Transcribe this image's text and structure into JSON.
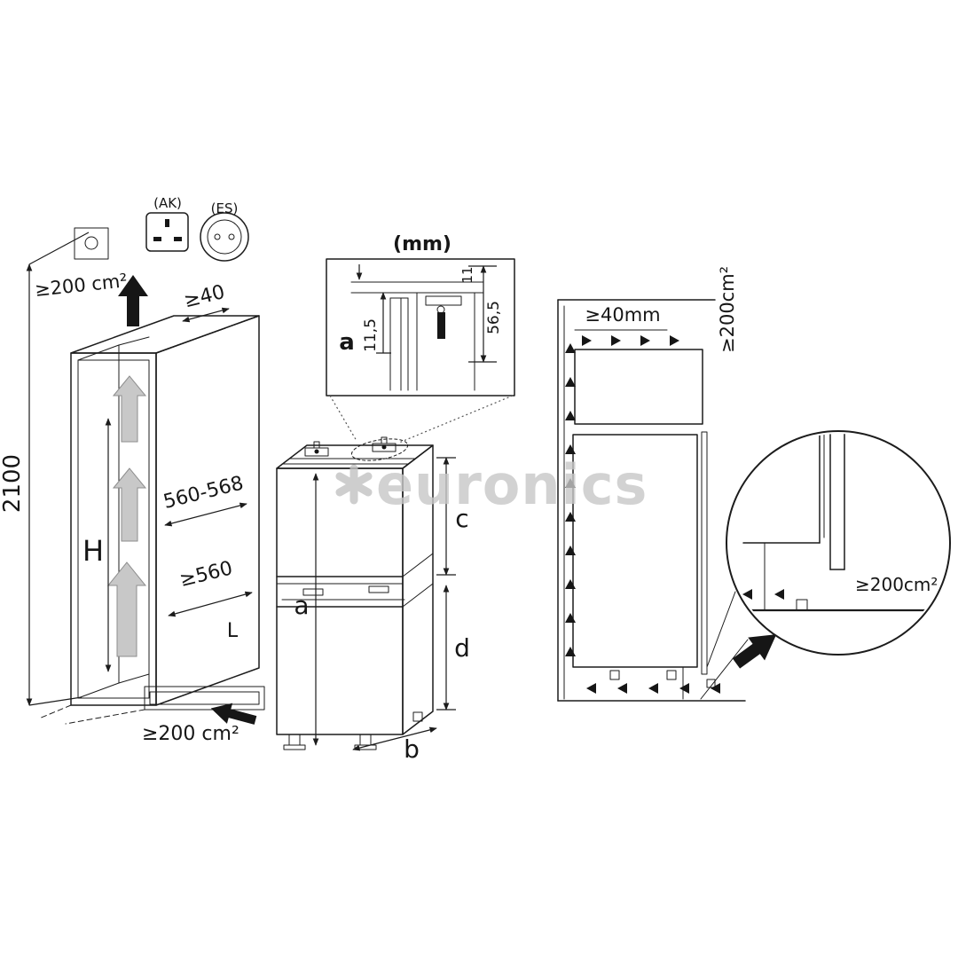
{
  "watermark": {
    "text": "euronics"
  },
  "sockets": {
    "ak_label": "(AK)",
    "es_label": "(ES)"
  },
  "niche": {
    "height_total": "2100",
    "vent_top": "≥200 cm²",
    "top_clearance": "≥40",
    "width_range": "560-568",
    "depth_min": "≥560",
    "height_label": "H",
    "plinth_label": "L",
    "vent_bottom": "≥200 cm²"
  },
  "detail_inset": {
    "units_label": "(mm)",
    "door_label": "a",
    "dim_door_gap": "11,5",
    "dim_hinge_height": "56,5",
    "dim_top_gap": "11"
  },
  "appliance_front": {
    "height_label": "a",
    "width_label": "b",
    "fridge_door_label": "c",
    "freezer_door_label": "d"
  },
  "side_view": {
    "top_clearance": "≥40mm",
    "vent_top": "≥200cm²",
    "vent_bottom": "≥200cm²"
  }
}
